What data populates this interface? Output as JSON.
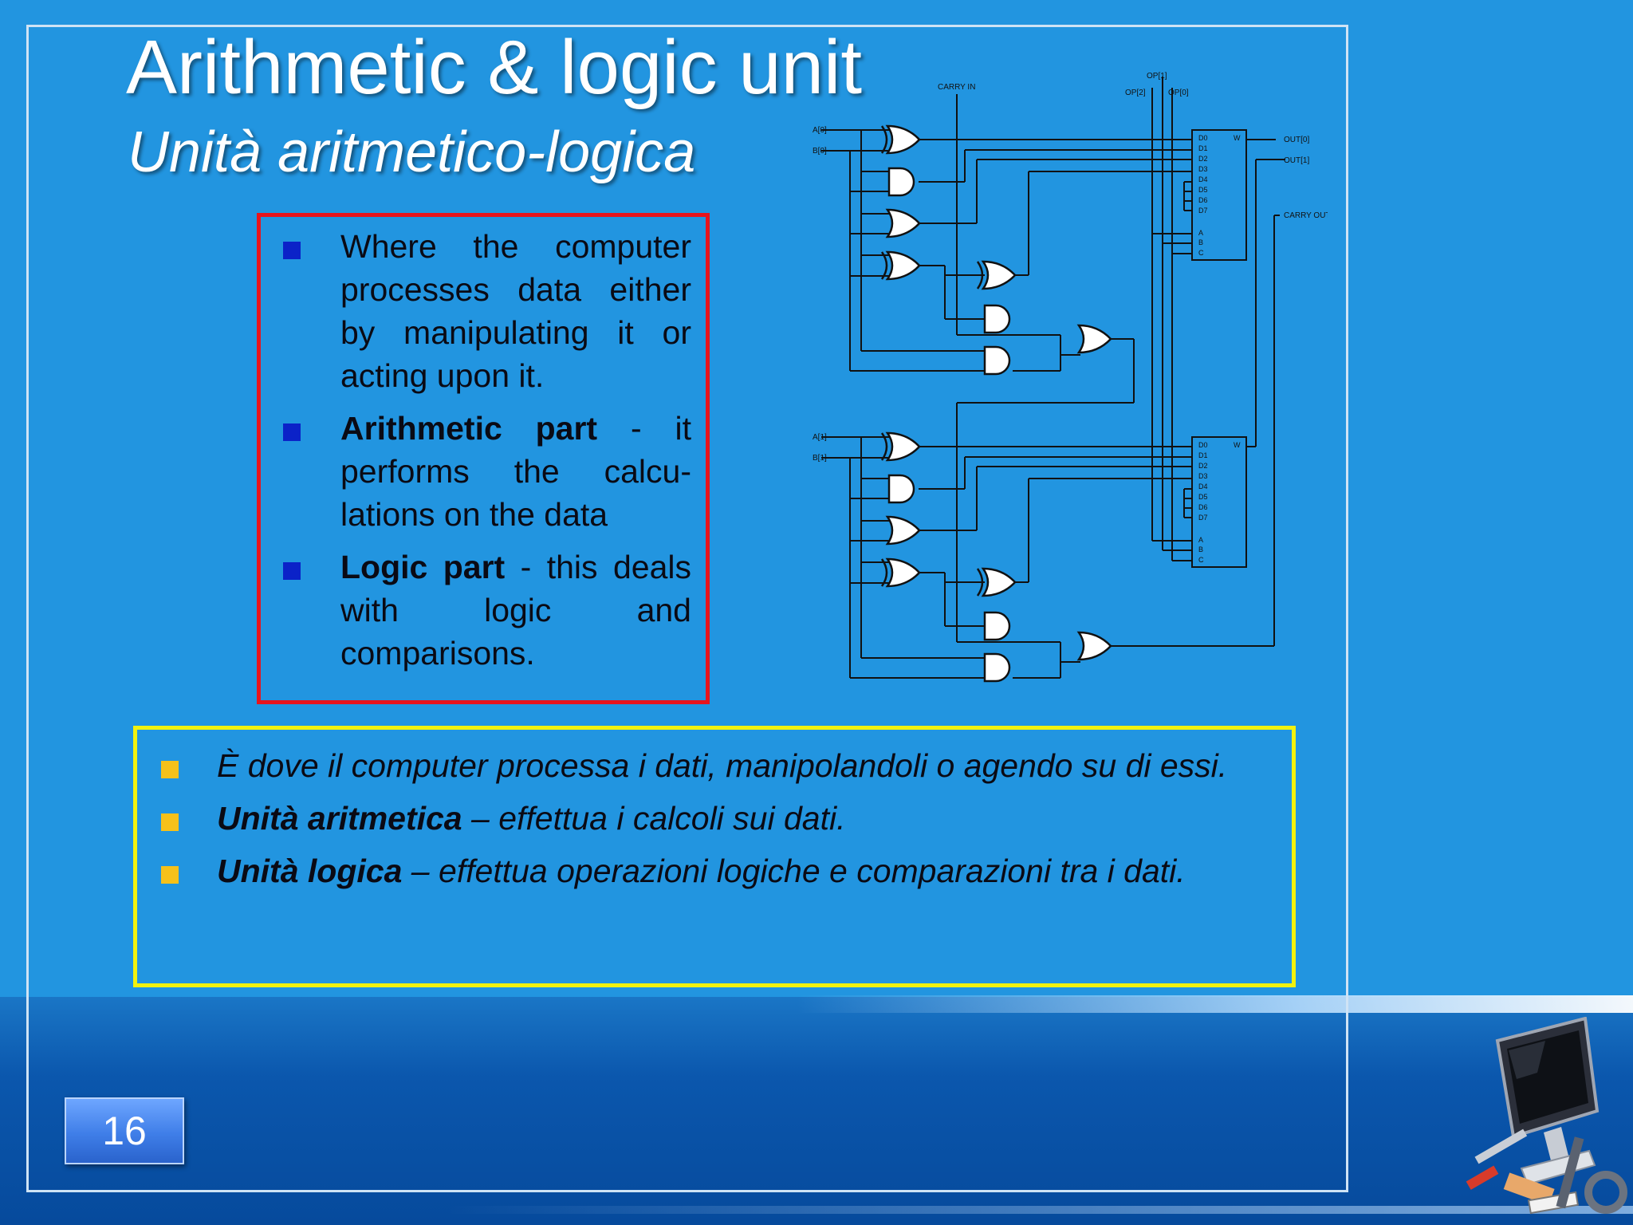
{
  "slide": {
    "title": "Arithmetic & logic unit",
    "subtitle": "Unità aritmetico-logica",
    "page_number": "16"
  },
  "english_box": {
    "items": [
      {
        "text": "Where the computer processes data either by manipulating it or acting upon it."
      },
      {
        "bold": "Arithmetic part",
        "text": " - it performs the calcu-lations on the data"
      },
      {
        "bold": "Logic part",
        "text": " - this deals with logic and comparisons."
      }
    ]
  },
  "italian_box": {
    "items": [
      {
        "text": "È dove il computer processa i dati, manipolandoli o agendo su di essi."
      },
      {
        "bold": "Unità aritmetica",
        "text": " – effettua i calcoli sui dati."
      },
      {
        "bold": "Unità logica",
        "text": " – effettua operazioni logiche e comparazioni tra i dati."
      }
    ]
  },
  "diagram": {
    "labels": {
      "carry_in": "CARRY IN",
      "op1": "OP[1]",
      "op2": "OP[2]",
      "op0": "OP[0]",
      "a0": "A[0]",
      "b0": "B[0]",
      "a1": "A[1]",
      "b1": "B[1]",
      "out0": "OUT[0]",
      "out1": "OUT[1]",
      "carry_out": "CARRY OUT"
    },
    "mux_inputs": [
      "D0",
      "D1",
      "D2",
      "D3",
      "D4",
      "D5",
      "D6",
      "D7"
    ],
    "mux_selects": [
      "A",
      "B",
      "C"
    ],
    "mux_output": "W"
  },
  "colors": {
    "background": "#2295e0",
    "red_border": "#e8141c",
    "yellow_border": "#f2f20e",
    "english_bullet": "#0b22c8",
    "italian_bullet": "#f6c11a"
  },
  "icons": [
    "computer-tools-icon"
  ]
}
